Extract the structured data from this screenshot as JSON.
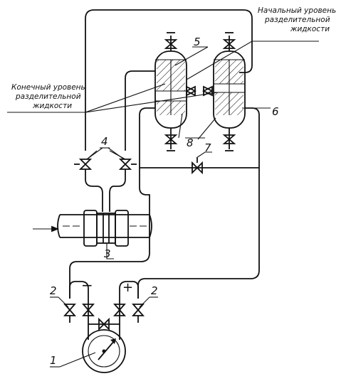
{
  "annotations": {
    "initial_level_line1": "Начальный уровень",
    "initial_level_line2": "разделительной",
    "initial_level_line3": "жидкости",
    "final_level_line1": "Конечный уровень",
    "final_level_line2": "разделительной",
    "final_level_line3": "жидкости",
    "minus_sign": "−",
    "plus_sign": "+"
  },
  "callouts": {
    "gauge": "1",
    "valve_left": "2",
    "valve_right": "2",
    "orifice": "3",
    "valves_top": "4",
    "vessel_left": "5",
    "vessel_right": "6",
    "equalizing_valve": "7",
    "separating_vessels": "8"
  }
}
